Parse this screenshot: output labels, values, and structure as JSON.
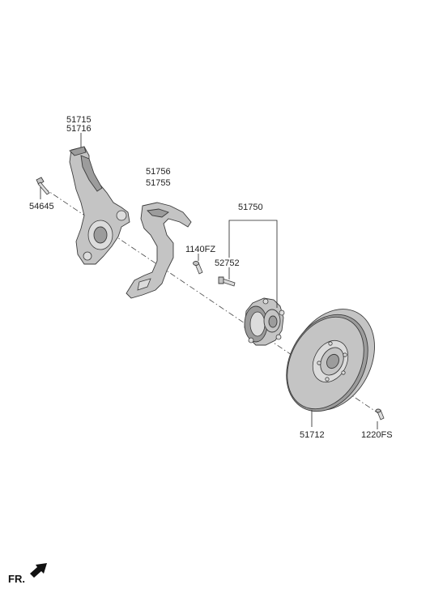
{
  "parts": {
    "knuckle_a": "51715",
    "knuckle_b": "51716",
    "bolt_54645": "54645",
    "shield_a": "51756",
    "shield_b": "51755",
    "bolt_1140fz": "1140FZ",
    "hub_assembly": "51750",
    "hub_bolt": "52752",
    "disc": "51712",
    "screw_1220fs": "1220FS"
  },
  "direction_marker": {
    "label": "FR."
  }
}
